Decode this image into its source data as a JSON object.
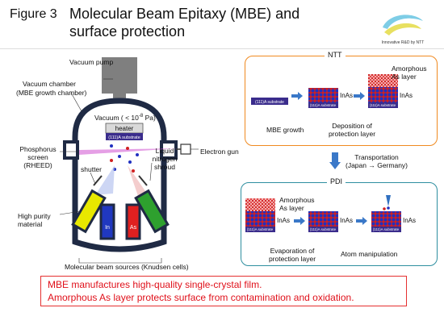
{
  "header": {
    "figure_label": "Figure 3",
    "title_line1": "Molecular Beam Epitaxy (MBE) and",
    "title_line2": "surface protection",
    "logo_text": "Innovative R&D by NTT"
  },
  "chamber": {
    "vacuum_pump": "Vacuum pump",
    "vacuum_chamber_1": "Vacuum chamber",
    "vacuum_chamber_2": "(MBE growth chamber)",
    "vacuum_level": "Vacuum ( < 10",
    "vacuum_exp": "-8",
    "vacuum_unit": " Pa)",
    "heater": "heater",
    "substrate": "(111)A substrate",
    "phosphorus_1": "Phosphorus",
    "phosphorus_2": "screen",
    "phosphorus_3": "(RHEED)",
    "electron_gun": "Electron gun",
    "shutter": "shutter",
    "liquid_1": "Liquid",
    "liquid_2": "nitrogen",
    "liquid_3": "shroud",
    "high_purity_1": "High purity",
    "high_purity_2": "material",
    "cell_labels": [
      "In",
      "As"
    ],
    "sources_caption": "Molecular beam sources (Knudsen cells)"
  },
  "ntt_panel": {
    "tag": "NTT",
    "substrate": "(111)A substrate",
    "inas": "InAs",
    "amorphous_1": "Amorphous",
    "amorphous_2": "As layer",
    "step1": "MBE growth",
    "step2_1": "Deposition of",
    "step2_2": "protection layer"
  },
  "transport": {
    "line1": "Transportation",
    "line2": "(Japan → Germany)"
  },
  "pdi_panel": {
    "tag": "PDI",
    "substrate": "(111)A substrate",
    "inas": "InAs",
    "amorphous_1": "Amorphous",
    "amorphous_2": "As layer",
    "step1_1": "Evaporation of",
    "step1_2": "protection layer",
    "step2": "Atom manipulation"
  },
  "note": {
    "line1": "MBE manufactures high-quality single-crystal film.",
    "line2": "Amorphous As layer protects surface from contamination and oxidation."
  },
  "colors": {
    "ntt_border": "#f08a20",
    "pdi_border": "#2f8fa0",
    "note_text": "#e0101a",
    "arrow_blue": "#3a78c8"
  }
}
